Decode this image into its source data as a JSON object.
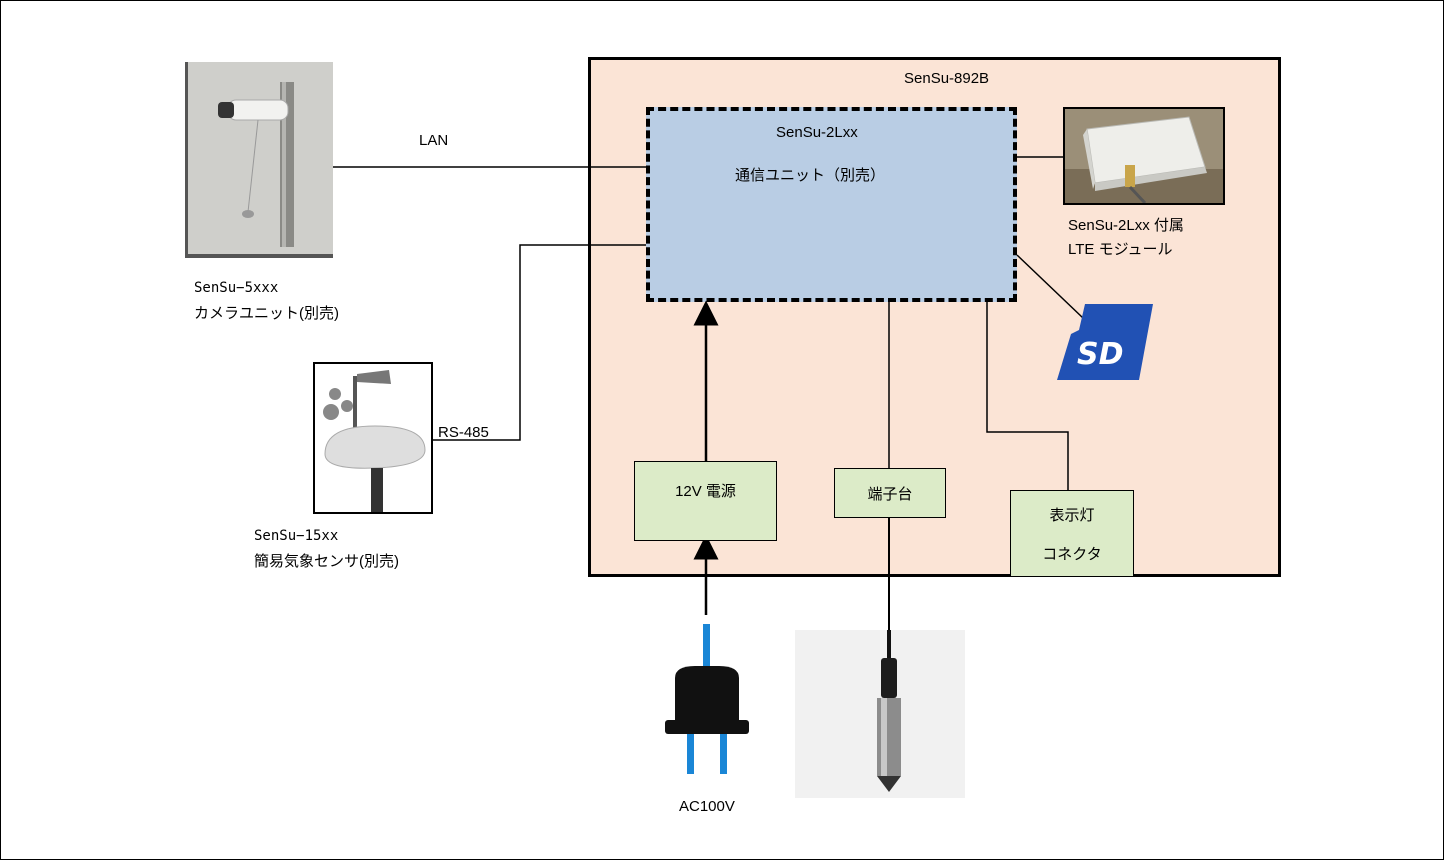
{
  "main_box": {
    "title": "SenSu-892B"
  },
  "comm_unit": {
    "model": "SenSu-2Lxx",
    "name": "通信ユニット（別売）"
  },
  "lte_module": {
    "line1": "SenSu-2Lxx 付属",
    "line2": "LTE モジュール"
  },
  "camera": {
    "line1": "SenSu−5xxx",
    "line2": "カメラユニット(別売)"
  },
  "weather": {
    "line1": "SenSu−15xx",
    "line2": "簡易気象センサ(別売)"
  },
  "connections": {
    "lan": "LAN",
    "rs485": "RS-485"
  },
  "power_box": {
    "label": "12V 電源"
  },
  "terminal_box": {
    "label": "端子台"
  },
  "indicator_box": {
    "line1": "表示灯",
    "line2": "コネクタ"
  },
  "plug": {
    "label": "AC100V"
  },
  "sd_card": {
    "label": "SD"
  },
  "colors": {
    "main_box_fill": "#fbe4d6",
    "comm_unit_fill": "#b9cde4",
    "sub_box_fill": "#dcebc8",
    "sd_blue": "#1f4fb0",
    "plug_pin_blue": "#1a86d6"
  }
}
